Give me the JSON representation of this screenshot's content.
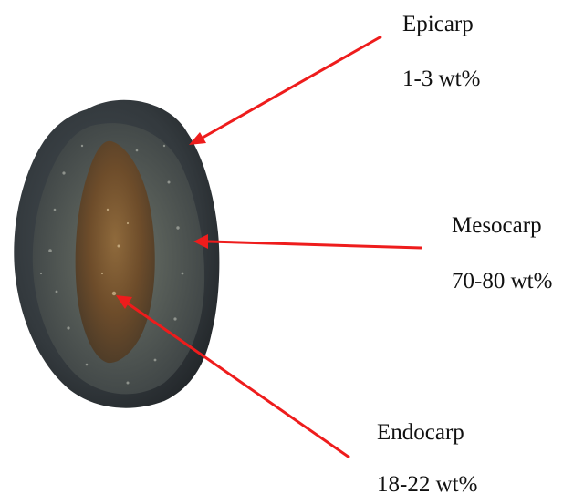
{
  "figure": {
    "subject": "olive-fruit-cross-section",
    "arrow_color": "#ee1c1c",
    "layers": [
      {
        "name": "Epicarp",
        "value": "1-3 wt%"
      },
      {
        "name": "Mesocarp",
        "value": "70-80 wt%"
      },
      {
        "name": "Endocarp",
        "value": "18-22 wt%"
      }
    ]
  }
}
